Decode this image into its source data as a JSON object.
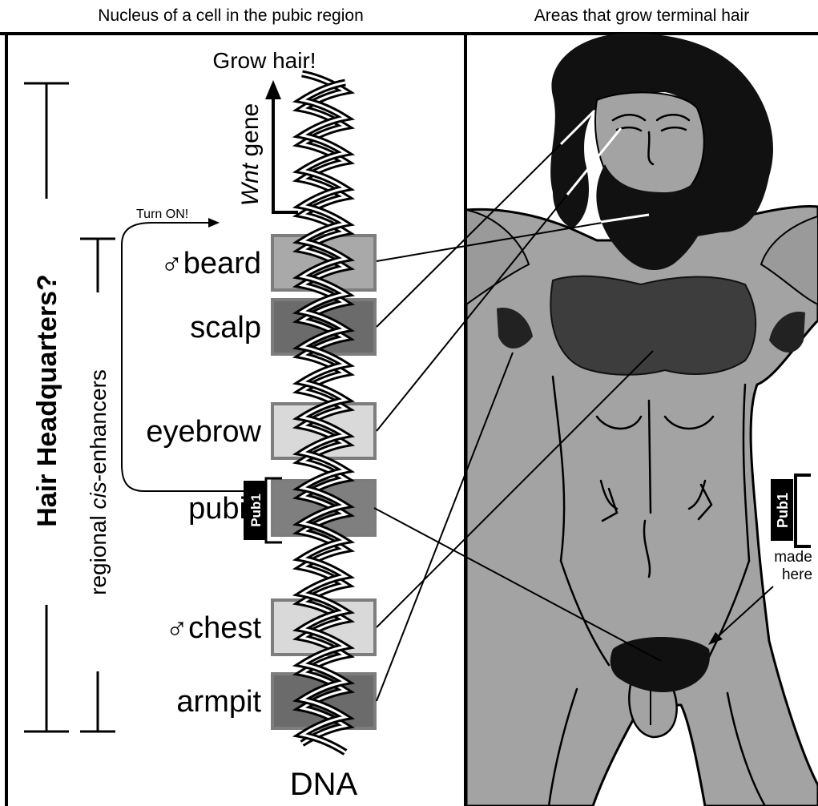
{
  "titles": {
    "left_panel": "Nucleus of a cell in the pubic region",
    "right_panel": "Areas that grow terminal hair"
  },
  "labels": {
    "hq": "Hair Headquarters?",
    "enhancers_prefix": "regional ",
    "enhancers_italic": "cis",
    "enhancers_suffix": "-enhancers",
    "grow_hair": "Grow hair!",
    "gene_italic": "Wnt",
    "gene_suffix": " gene",
    "turn_on": "Turn ON!",
    "dna": "DNA",
    "pub1": "Pub1",
    "pub1_right": "Pub1",
    "made": "made",
    "here": "here"
  },
  "enhancers": [
    {
      "id": "beard",
      "label": "beard",
      "male": true,
      "shade": "#a9a9a9"
    },
    {
      "id": "scalp",
      "label": "scalp",
      "male": false,
      "shade": "#6b6b6b"
    },
    {
      "id": "eyebrow",
      "label": "eyebrow",
      "male": false,
      "shade": "#d9d9d9"
    },
    {
      "id": "pubic",
      "label": "pubic",
      "male": false,
      "shade": "#7f7f7f"
    },
    {
      "id": "chest",
      "label": "chest",
      "male": true,
      "shade": "#d9d9d9"
    },
    {
      "id": "armpit",
      "label": "armpit",
      "male": false,
      "shade": "#6b6b6b"
    }
  ],
  "colors": {
    "box_border": "#7d7d7d",
    "skin": "#a3a3a3",
    "hair": "#111111",
    "line": "#000000"
  },
  "symbols": {
    "male": "♂"
  }
}
